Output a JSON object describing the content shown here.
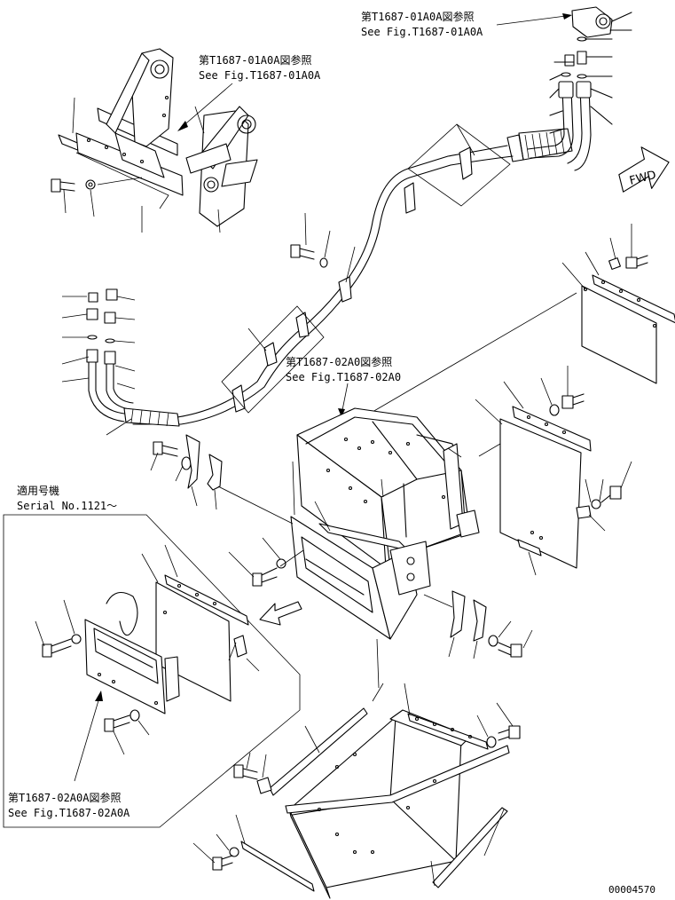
{
  "references": {
    "ref_01a0a_top_jp": "第T1687-01A0A図参照",
    "ref_01a0a_top_en": "See Fig.T1687-01A0A",
    "ref_01a0a_left_jp": "第T1687-01A0A図参照",
    "ref_01a0a_left_en": "See Fig.T1687-01A0A",
    "ref_02a0_jp": "第T1687-02A0図参照",
    "ref_02a0_en": "See Fig.T1687-02A0",
    "ref_02a0a_jp": "第T1687-02A0A図参照",
    "ref_02a0a_en": "See Fig.T1687-02A0A"
  },
  "serial": {
    "label_jp": "適用号機",
    "label_en": "Serial No.1121～"
  },
  "direction": {
    "label": "FWD"
  },
  "drawing_number": "00004570"
}
